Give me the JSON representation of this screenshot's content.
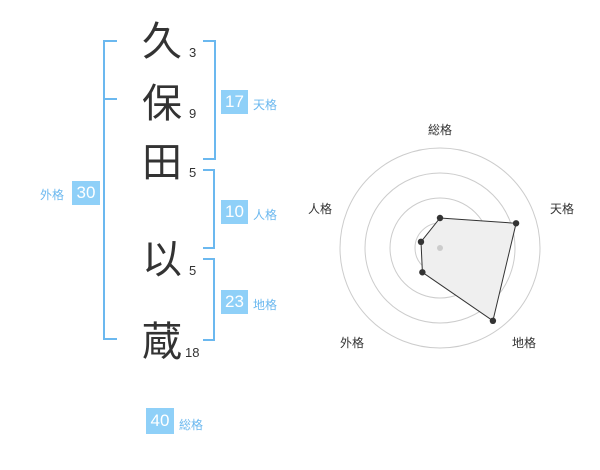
{
  "name_chars": [
    {
      "char": "久",
      "strokes": "3"
    },
    {
      "char": "保",
      "strokes": "9"
    },
    {
      "char": "田",
      "strokes": "5"
    },
    {
      "char": "以",
      "strokes": "5"
    },
    {
      "char": "蔵",
      "strokes": "18"
    }
  ],
  "fortunes": {
    "tenkaku": {
      "value": "17",
      "label": "天格"
    },
    "jinkaku": {
      "value": "10",
      "label": "人格"
    },
    "chikaku": {
      "value": "23",
      "label": "地格"
    },
    "gaikaku": {
      "value": "30",
      "label": "外格"
    },
    "soukaku": {
      "value": "40",
      "label": "総格"
    }
  },
  "radar": {
    "axis_labels": [
      "総格",
      "天格",
      "地格",
      "外格",
      "人格"
    ],
    "levels": [
      0.3,
      0.8,
      0.9,
      0.3,
      0.2
    ],
    "colors": {
      "ring": "#cccccc",
      "fill": "#efefef",
      "line": "#333333",
      "point": "#333333",
      "center": "#cccccc"
    }
  },
  "colors": {
    "bracket": "#6bb8ef",
    "badge": "#8fd0f8",
    "label": "#6bb8ef"
  }
}
